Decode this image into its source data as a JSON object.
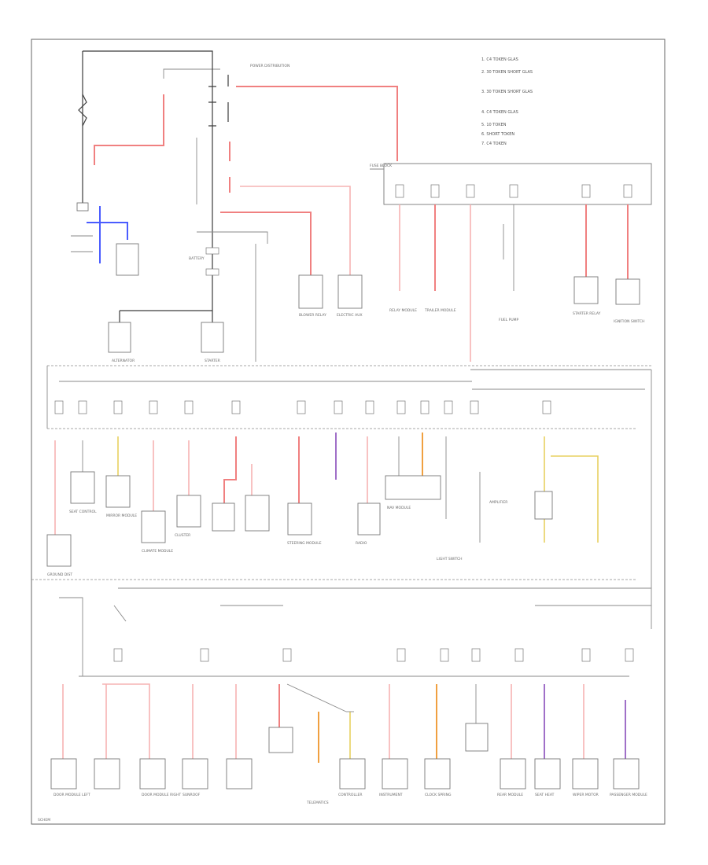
{
  "legend": {
    "items": [
      "1. C4 TOKEN GLAS",
      "2. 30 TOKEN SHORT GLAS",
      "3. 30 TOKEN SHORT GLAS",
      "4. C4 TOKEN GLAS",
      "5. 10 TOKEN",
      "6. SHORT TOKEN",
      "7. C4 TOKEN"
    ]
  },
  "components": {
    "battery": "BATTERY",
    "power_dist": "POWER DISTRIBUTION",
    "alternator": "ALTERNATOR",
    "starter": "STARTER",
    "blower": "BLOWER RELAY",
    "elec_aux": "ELECTRIC AUX",
    "fuse_block": "FUSE BLOCK",
    "starter_relay": "STARTER RELAY",
    "fuel_pump": "FUEL PUMP",
    "relay_module": "RELAY MODULE",
    "trailer_module": "TRAILER MODULE",
    "ignition_switch": "IGNITION SWITCH",
    "ground_dist": "GROUND DIST",
    "light_switch": "LIGHT SWITCH",
    "seat_control": "SEAT CONTROL",
    "mirror_module": "MIRROR MODULE",
    "climate_module": "CLIMATE MODULE",
    "cluster": "CLUSTER",
    "steering_module": "STEERING MODULE",
    "radio": "RADIO",
    "nav": "NAV MODULE",
    "amp": "AMPLIFIER",
    "door_left": "DOOR MODULE LEFT",
    "door_right": "DOOR MODULE RIGHT",
    "sunroof": "SUNROOF",
    "telematics": "TELEMATICS",
    "controller": "CONTROLLER",
    "instrument": "INSTRUMENT",
    "clock_spring": "CLOCK SPRING",
    "rear_module": "REAR MODULE",
    "seat_heat": "SEAT HEAT",
    "wiper_motor": "WIPER MOTOR",
    "passenger_module": "PASSENGER MODULE"
  },
  "footer": {
    "code": "SCHEM"
  }
}
